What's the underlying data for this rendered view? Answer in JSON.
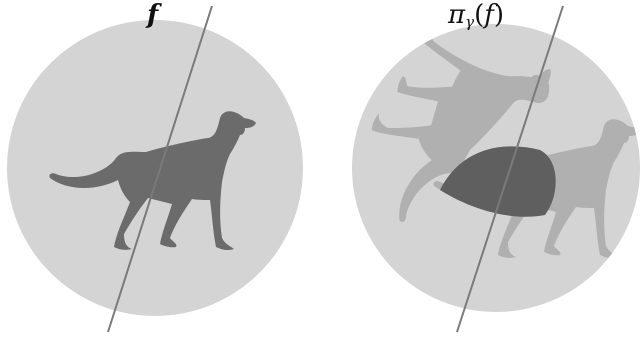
{
  "panels": [
    {
      "id": "original",
      "title": "f",
      "disc_color": "#d4d4d4",
      "dog_color": "#6b6b6b",
      "mirror_line_color": "#7a7a7a"
    },
    {
      "id": "projected",
      "title_parts": {
        "symbol": "π",
        "subscript": "γ",
        "open": "(",
        "arg": "f",
        "close": ")"
      },
      "disc_color": "#d4d4d4",
      "ghost_dog_color": "#a9a9a9",
      "overlap_color": "#5f5f5f",
      "mirror_line_color": "#7a7a7a"
    }
  ]
}
